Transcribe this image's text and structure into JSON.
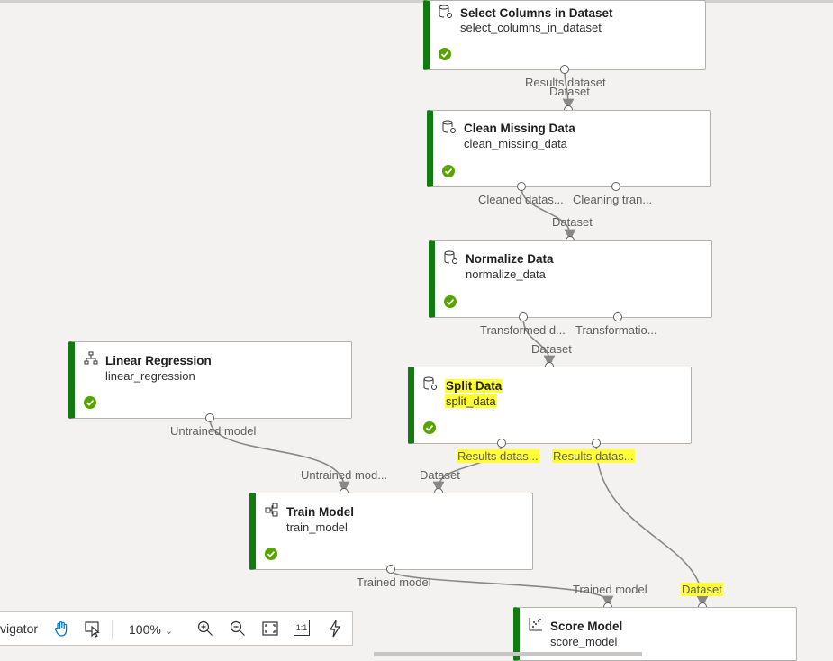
{
  "modules": {
    "select_columns": {
      "title": "Select Columns in Dataset",
      "subtitle": "select_columns_in_dataset"
    },
    "clean_missing": {
      "title": "Clean Missing Data",
      "subtitle": "clean_missing_data"
    },
    "normalize": {
      "title": "Normalize Data",
      "subtitle": "normalize_data"
    },
    "linear_regression": {
      "title": "Linear Regression",
      "subtitle": "linear_regression"
    },
    "split": {
      "title": "Split Data",
      "subtitle": "split_data"
    },
    "train": {
      "title": "Train Model",
      "subtitle": "train_model"
    },
    "score": {
      "title": "Score Model",
      "subtitle": "score_model"
    }
  },
  "ports": {
    "select_out": "Results dataset",
    "clean_in": "Dataset",
    "clean_out1": "Cleaned datas...",
    "clean_out2": "Cleaning tran...",
    "normalize_in": "Dataset",
    "normalize_out1": "Transformed d...",
    "normalize_out2": "Transformatio...",
    "split_in": "Dataset",
    "split_out1": "Results datas...",
    "split_out2": "Results datas...",
    "lr_out": "Untrained model",
    "train_in1": "Untrained mod...",
    "train_in2": "Dataset",
    "train_out": "Trained model",
    "score_in1": "Trained model",
    "score_in2": "Dataset"
  },
  "toolbar": {
    "navigator_label": "vigator",
    "zoom_level": "100%",
    "one_to_one": "1:1"
  },
  "colors": {
    "status_bar": "#107c10",
    "check": "#57a300",
    "highlight": "#ffff33",
    "wire": "#8a8886"
  }
}
